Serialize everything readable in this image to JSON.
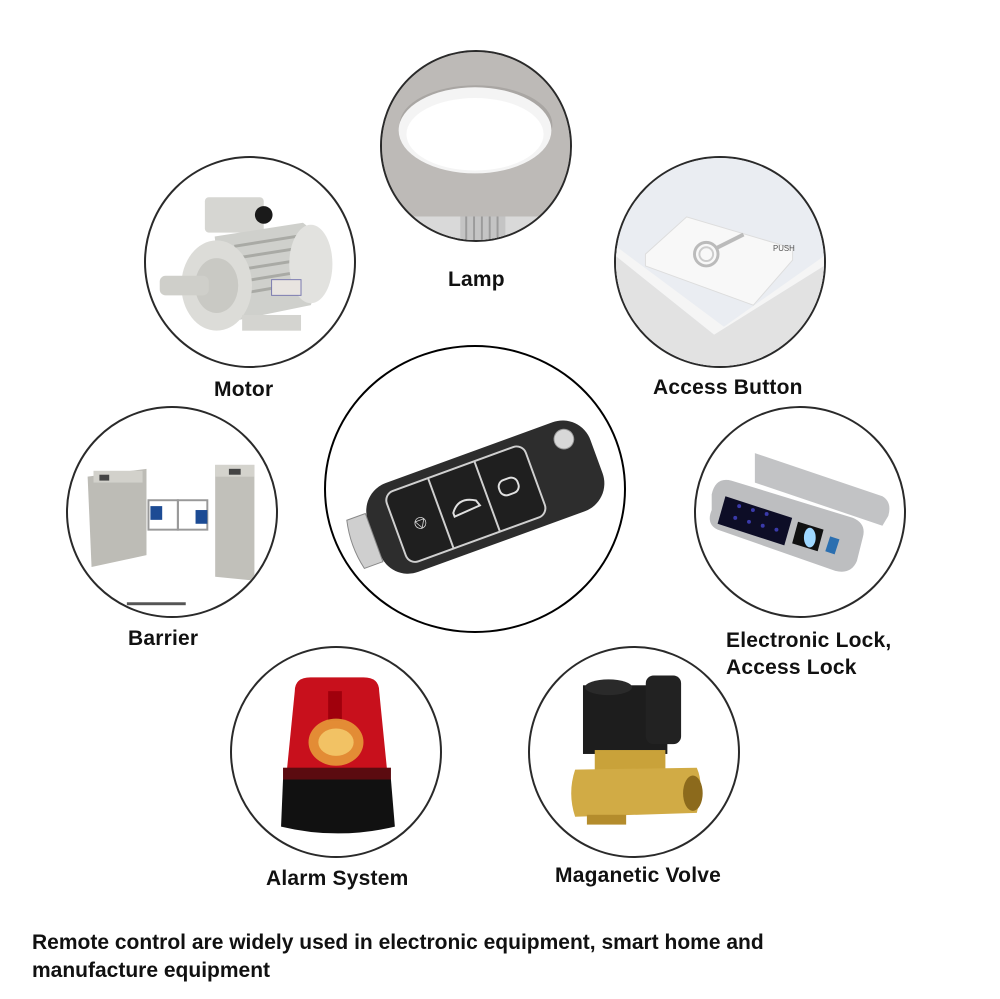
{
  "items": [
    {
      "id": "lamp",
      "label": "Lamp",
      "icon": "ceiling-lamp-icon"
    },
    {
      "id": "motor",
      "label": "Motor",
      "icon": "electric-motor-icon"
    },
    {
      "id": "access-button",
      "label": "Access Button",
      "icon": "exit-push-button-icon"
    },
    {
      "id": "barrier",
      "label": "Barrier",
      "icon": "turnstile-barrier-icon"
    },
    {
      "id": "remote",
      "label": "",
      "icon": "car-flip-key-remote-icon"
    },
    {
      "id": "electronic-lock",
      "label_line1": "Electronic Lock,",
      "label_line2": "Access Lock",
      "icon": "keypad-lock-icon"
    },
    {
      "id": "alarm",
      "label": "Alarm System",
      "icon": "red-beacon-light-icon"
    },
    {
      "id": "valve",
      "label": "Maganetic Volve",
      "icon": "solenoid-valve-icon"
    }
  ],
  "caption": {
    "line1": "Remote control are widely used in electronic equipment, smart home and",
    "line2": "manufacture equipment"
  },
  "colors": {
    "outline": "#2a2a2a",
    "text": "#111111",
    "alarm_red": "#c8101c",
    "brass": "#c9a23a"
  }
}
